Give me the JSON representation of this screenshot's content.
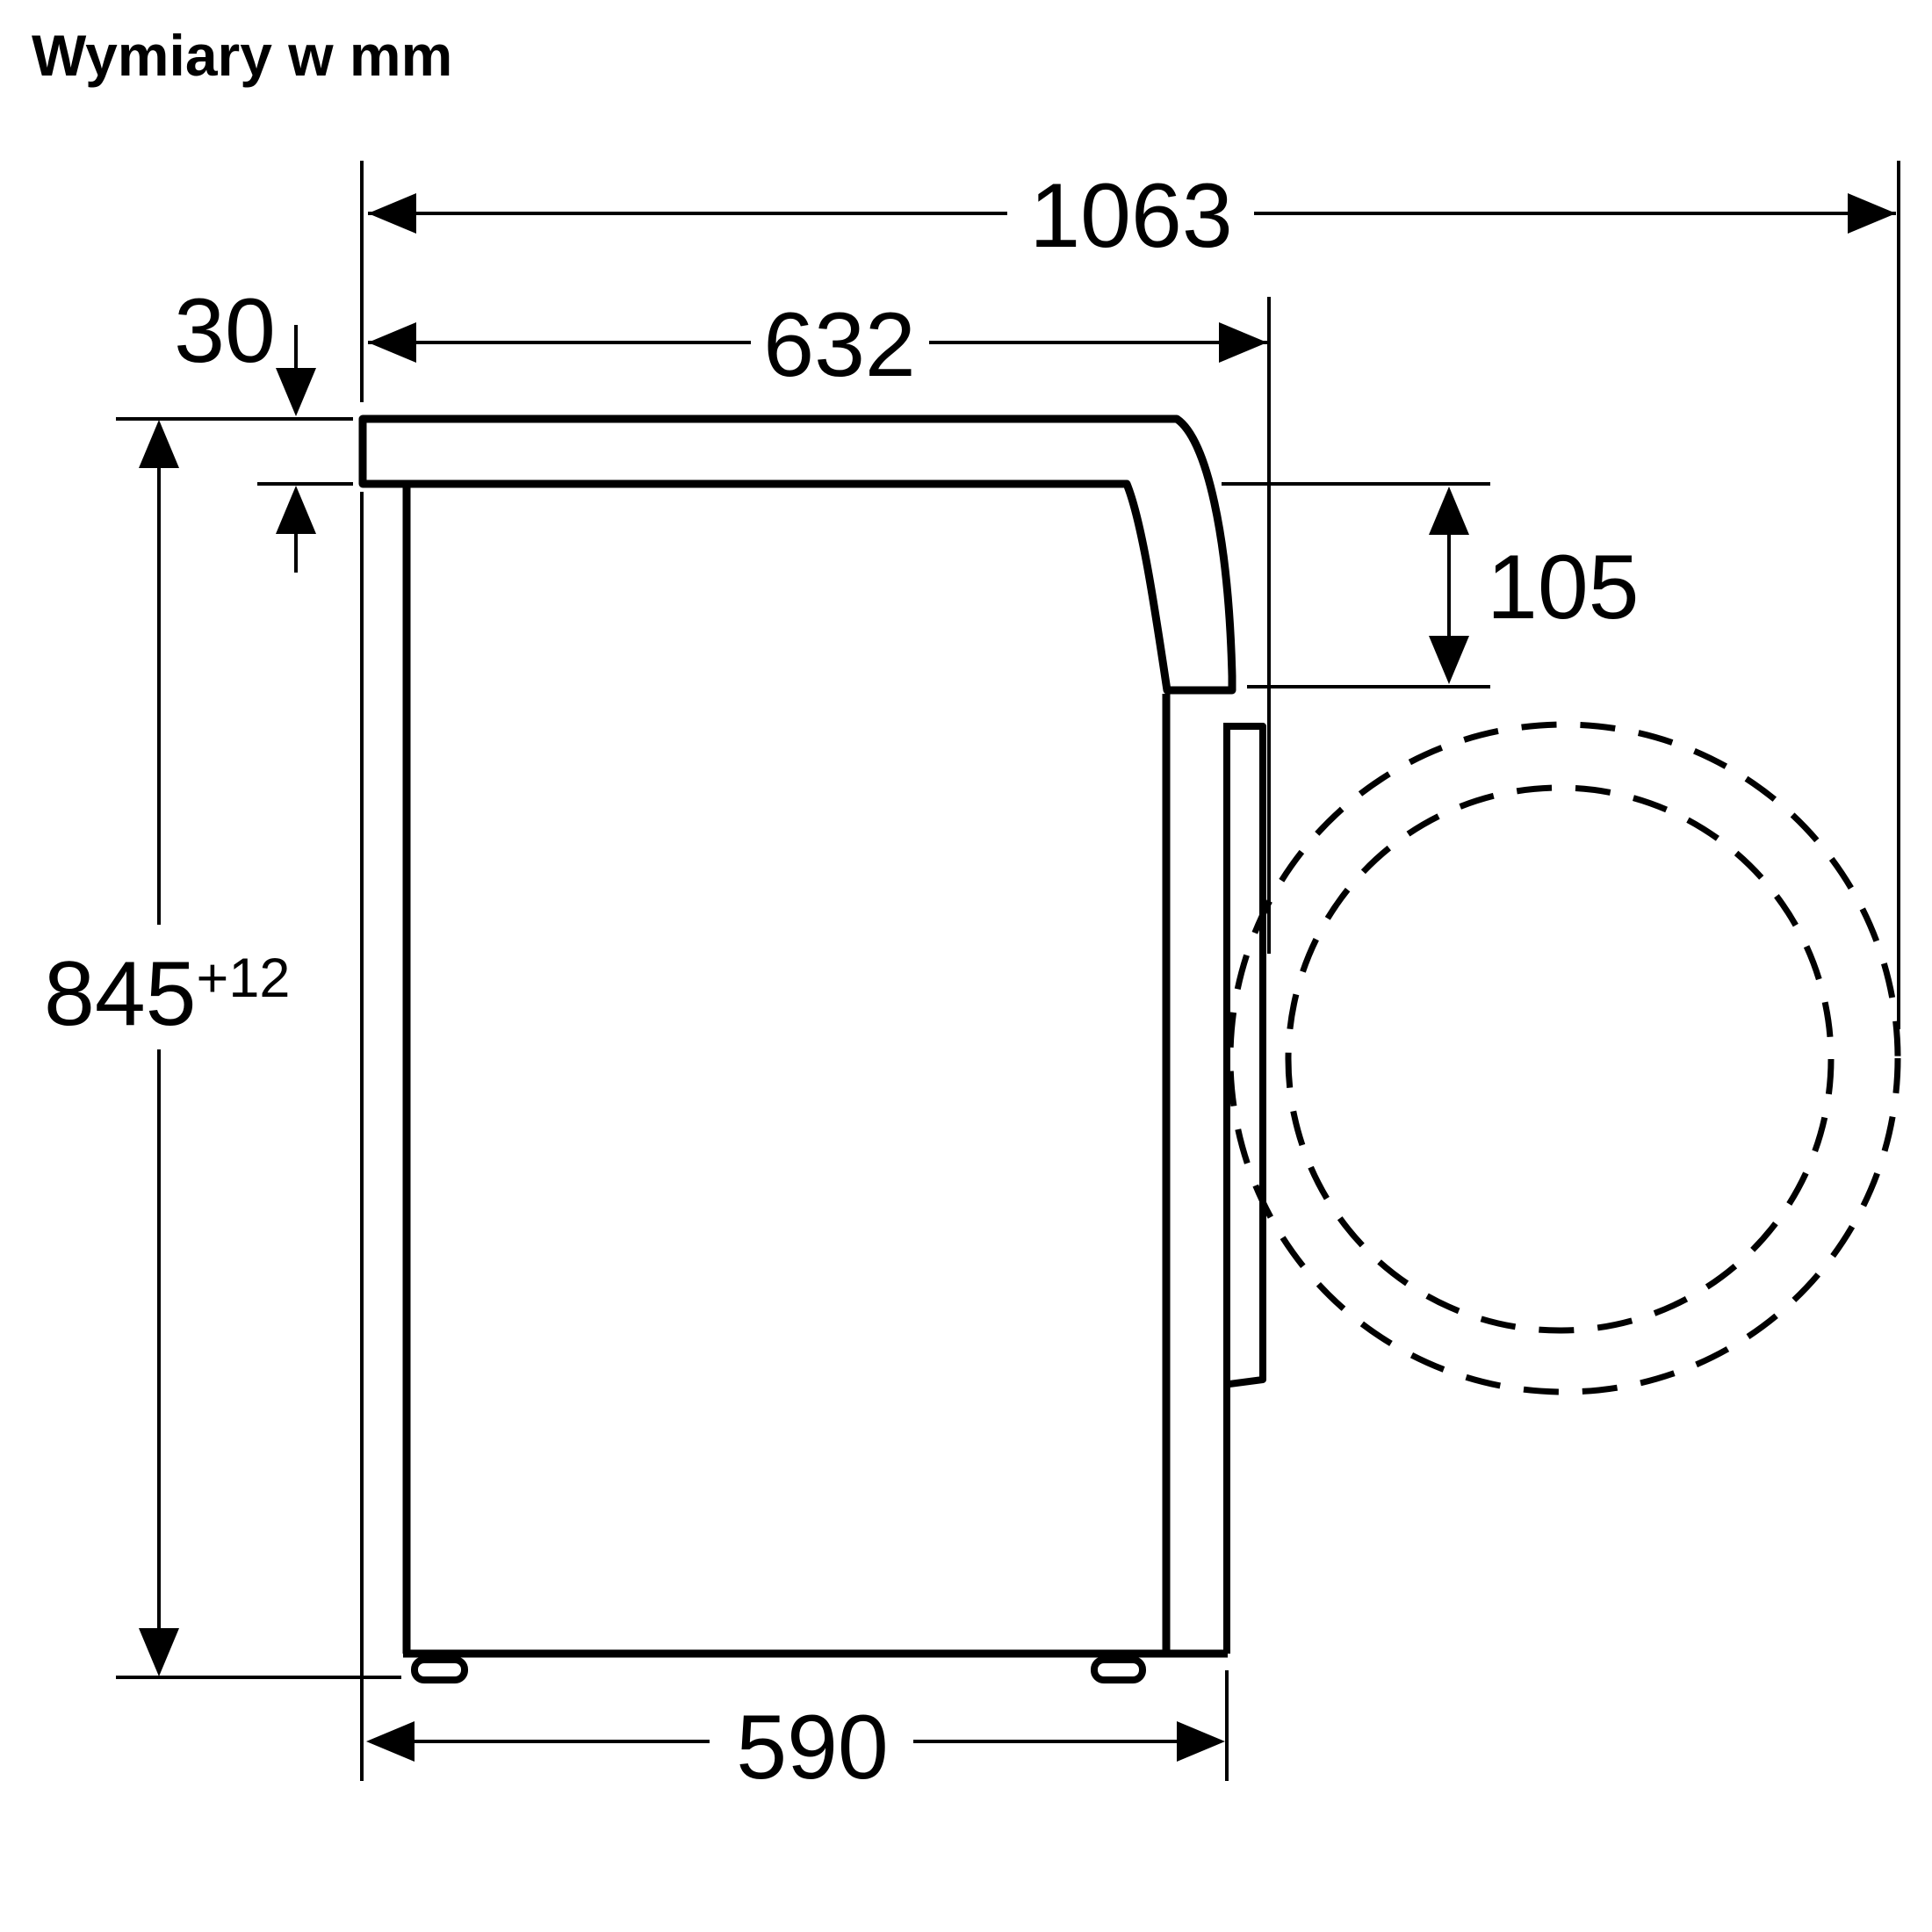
{
  "title": "Wymiary w mm",
  "colors": {
    "line": "#000000",
    "background": "#ffffff"
  },
  "dimensions": {
    "total_depth_door_open": "1063",
    "depth_with_worktop": "632",
    "worktop_thickness": "30",
    "height": "845",
    "height_tolerance": "+12",
    "door_panel_offset": "105",
    "base_depth": "590"
  }
}
